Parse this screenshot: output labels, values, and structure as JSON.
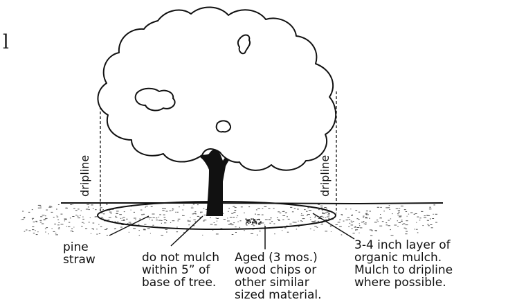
{
  "diagram": {
    "edge_glyph": "l",
    "dripline_left": "dripline",
    "dripline_right": "dripline",
    "labels": {
      "pine_straw": "pine\nstraw",
      "do_not_mulch": "do not mulch\nwithin 5” of\nbase of tree.",
      "aged_wood_chips": "Aged (3 mos.)\nwood chips or\nother similar\nsized material.",
      "organic_mulch": "3-4 inch layer of\norganic mulch.\nMulch to dripline\nwhere possible."
    },
    "colors": {
      "ink": "#111111",
      "mulch_speckle": "#555555",
      "canopy_fill": "#ffffff"
    }
  }
}
